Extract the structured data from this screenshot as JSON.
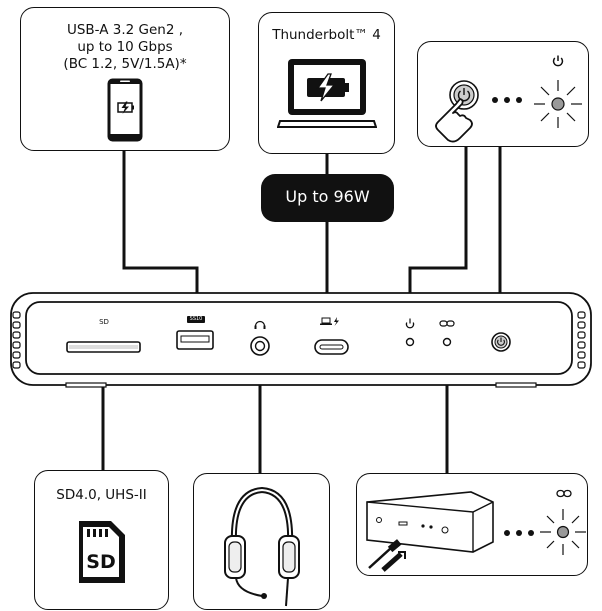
{
  "usb_box": {
    "line1": "USB-A 3.2 Gen2 ,",
    "line2": "up to 10 Gbps",
    "line3": "(BC 1.2, 5V/1.5A)*",
    "icon": "smartphone-charging-icon"
  },
  "tb_box": {
    "label": "Thunderbolt™ 4",
    "icon": "laptop-charging-icon"
  },
  "power_pill": {
    "label": "Up to 96W"
  },
  "power_box": {
    "icons": [
      "hand-press-power-icon",
      "power-symbol-icon",
      "led-blinking-icon"
    ]
  },
  "dock_labels": {
    "sd": "SD",
    "usb_badge": "SS10",
    "headphone_icon": "headphone-icon",
    "tb_icon": "laptop-bolt-icon",
    "power_icon": "power-symbol-icon",
    "link_icon": "link-icon"
  },
  "sd_box": {
    "label": "SD4.0, UHS-II",
    "card_text": "SD"
  },
  "headset_box": {
    "icon": "headset-icon"
  },
  "connect_box": {
    "icons": [
      "dock-connect-icon",
      "link-icon",
      "led-blinking-icon"
    ]
  },
  "colors": {
    "stroke": "#111111",
    "background": "#ffffff",
    "led": "#999999"
  }
}
